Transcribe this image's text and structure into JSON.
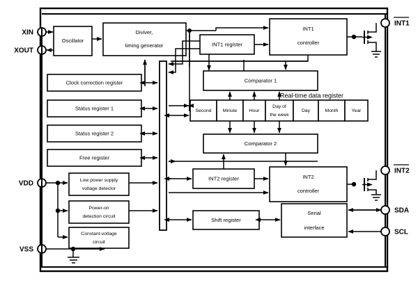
{
  "diagram": {
    "title": "Real-time clock IC block diagram",
    "type": "block-diagram",
    "colors": {
      "line": "#000000",
      "fill": "#ffffff",
      "background": "#ffffff"
    }
  },
  "pins": {
    "left": [
      {
        "name": "XIN",
        "label": "XIN",
        "direction": "in"
      },
      {
        "name": "XOUT",
        "label": "XOUT",
        "direction": "out"
      },
      {
        "name": "VDD",
        "label": "VDD",
        "direction": "power"
      },
      {
        "name": "VSS",
        "label": "VSS",
        "direction": "ground"
      }
    ],
    "right": [
      {
        "name": "INT1",
        "label": "INT1",
        "overline": true,
        "direction": "out"
      },
      {
        "name": "INT2",
        "label": "INT2",
        "overline": true,
        "direction": "out"
      },
      {
        "name": "SDA",
        "label": "SDA",
        "overline": false,
        "direction": "bidir"
      },
      {
        "name": "SCL",
        "label": "SCL",
        "overline": false,
        "direction": "in"
      }
    ]
  },
  "blocks": {
    "oscillator": {
      "label": "Oscillator"
    },
    "divider": {
      "line1": "Diviver,",
      "line2": "timing generator"
    },
    "clock_correction": {
      "label": "Clock correction register"
    },
    "status1": {
      "label": "Status register 1"
    },
    "status2": {
      "label": "Status register 2"
    },
    "free_register": {
      "label": "Free register"
    },
    "low_power": {
      "line1": "Low power supply",
      "line2": "voltage detector"
    },
    "power_on": {
      "line1": "Power-on",
      "line2": "detection circuit"
    },
    "constant_voltage": {
      "line1": "Constant-voltage",
      "line2": "circuit"
    },
    "int1_register": {
      "label": "INT1 register"
    },
    "int1_controller": {
      "line1": "INT1",
      "line2": "controller"
    },
    "comparator1": {
      "label": "Comparator 1"
    },
    "comparator2": {
      "label": "Comparator 2"
    },
    "int2_register": {
      "label": "INT2 register"
    },
    "int2_controller": {
      "line1": "INT2",
      "line2": "controller"
    },
    "shift_register": {
      "label": "Shift register"
    },
    "serial_interface": {
      "line1": "Serial",
      "line2": "interface"
    },
    "data_bus": {
      "label": ""
    }
  },
  "realtime_register": {
    "caption": "Real-time data register",
    "cells": [
      {
        "label": "Second",
        "lines": [
          "Second"
        ]
      },
      {
        "label": "Minute",
        "lines": [
          "Minute"
        ]
      },
      {
        "label": "Hour",
        "lines": [
          "Hour"
        ]
      },
      {
        "label": "Day of the week",
        "lines": [
          "Day of",
          "the week"
        ]
      },
      {
        "label": "Day",
        "lines": [
          "Day"
        ]
      },
      {
        "label": "Month",
        "lines": [
          "Month"
        ]
      },
      {
        "label": "Year",
        "lines": [
          "Year"
        ]
      }
    ]
  }
}
